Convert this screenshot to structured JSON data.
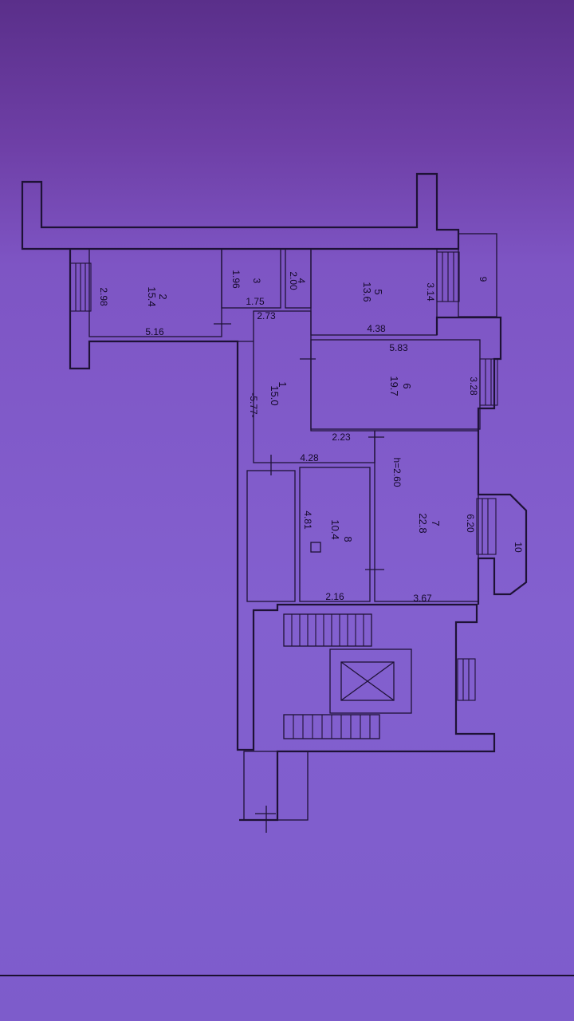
{
  "plan": {
    "rooms": [
      {
        "num": "1",
        "area": "15.0",
        "dim": "-5.77-"
      },
      {
        "num": "2",
        "area": "15.4",
        "dim_w": "5.16",
        "dim_h": "2.98"
      },
      {
        "num": "3",
        "dim_w": "1.75",
        "dim_h": "1.96"
      },
      {
        "num": "4",
        "dim_h": "2.00"
      },
      {
        "num": "5",
        "area": "13.6",
        "dim_w": "4.38",
        "dim_h": "3.14"
      },
      {
        "num": "6",
        "area": "19.7",
        "dim_w": "5.83",
        "dim_h": "3.28"
      },
      {
        "num": "7",
        "area": "22.8",
        "dim_w": "3.67",
        "dim_h": "6.20",
        "height": "h=2.60"
      },
      {
        "num": "8",
        "area": "10.4",
        "dim_w": "2.16",
        "dim_h": "4.81"
      },
      {
        "num": "9"
      },
      {
        "num": "10"
      }
    ],
    "extra_dims": [
      "2.73",
      "4.28",
      "2.23"
    ]
  }
}
